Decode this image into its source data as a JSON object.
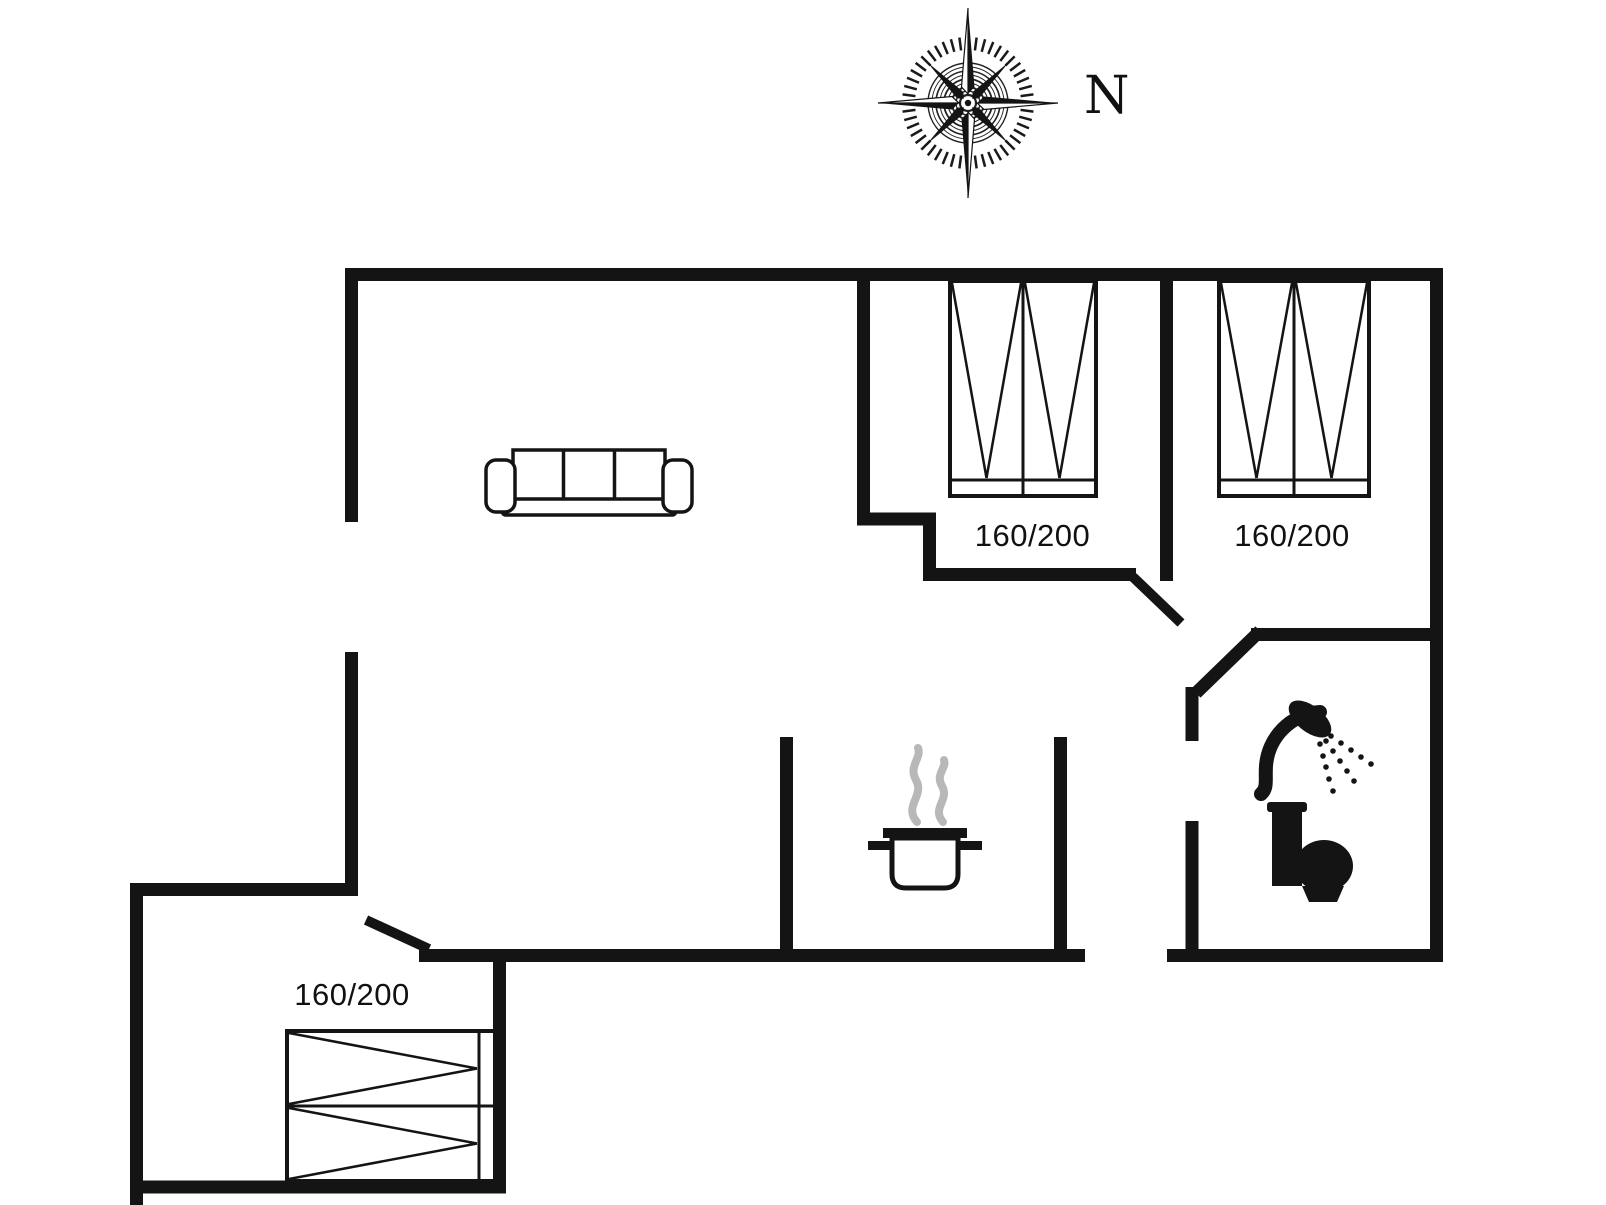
{
  "compass": {
    "north_label": "N"
  },
  "rooms": {
    "bedroom_top_middle": {
      "bed_label": "160/200"
    },
    "bedroom_top_right": {
      "bed_label": "160/200"
    },
    "bedroom_bottom_left": {
      "bed_label": "160/200"
    }
  },
  "colors": {
    "wall": "#141414",
    "icon": "#141414",
    "steam": "#b8b8b8",
    "background": "#ffffff"
  },
  "icons": [
    "compass-rose-icon",
    "sofa-icon",
    "double-bed-icon",
    "cooking-pot-icon",
    "steam-icon",
    "shower-icon",
    "toilet-icon",
    "door-swing-icon"
  ]
}
